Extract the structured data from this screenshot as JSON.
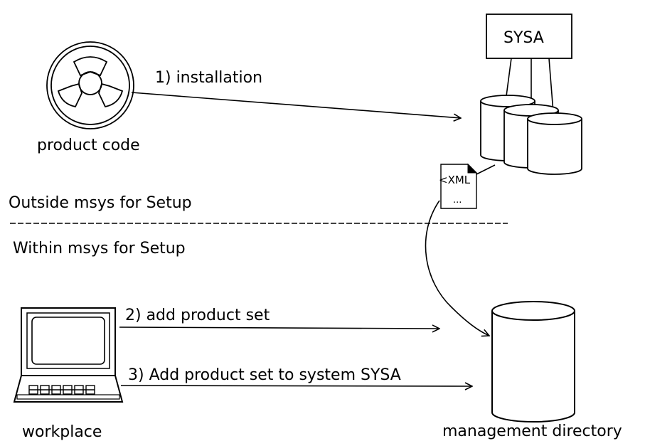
{
  "labels": {
    "product_code": "product code",
    "system_box": "SYSA",
    "xml_line1": "<XML",
    "xml_line2": "...",
    "outside": "Outside msys for Setup",
    "within": "Within msys for Setup",
    "workplace": "workplace",
    "management_directory": "management directory"
  },
  "steps": [
    {
      "label": "1) installation"
    },
    {
      "label": "2) add product set"
    },
    {
      "label": "3) Add product set to system SYSA"
    }
  ]
}
